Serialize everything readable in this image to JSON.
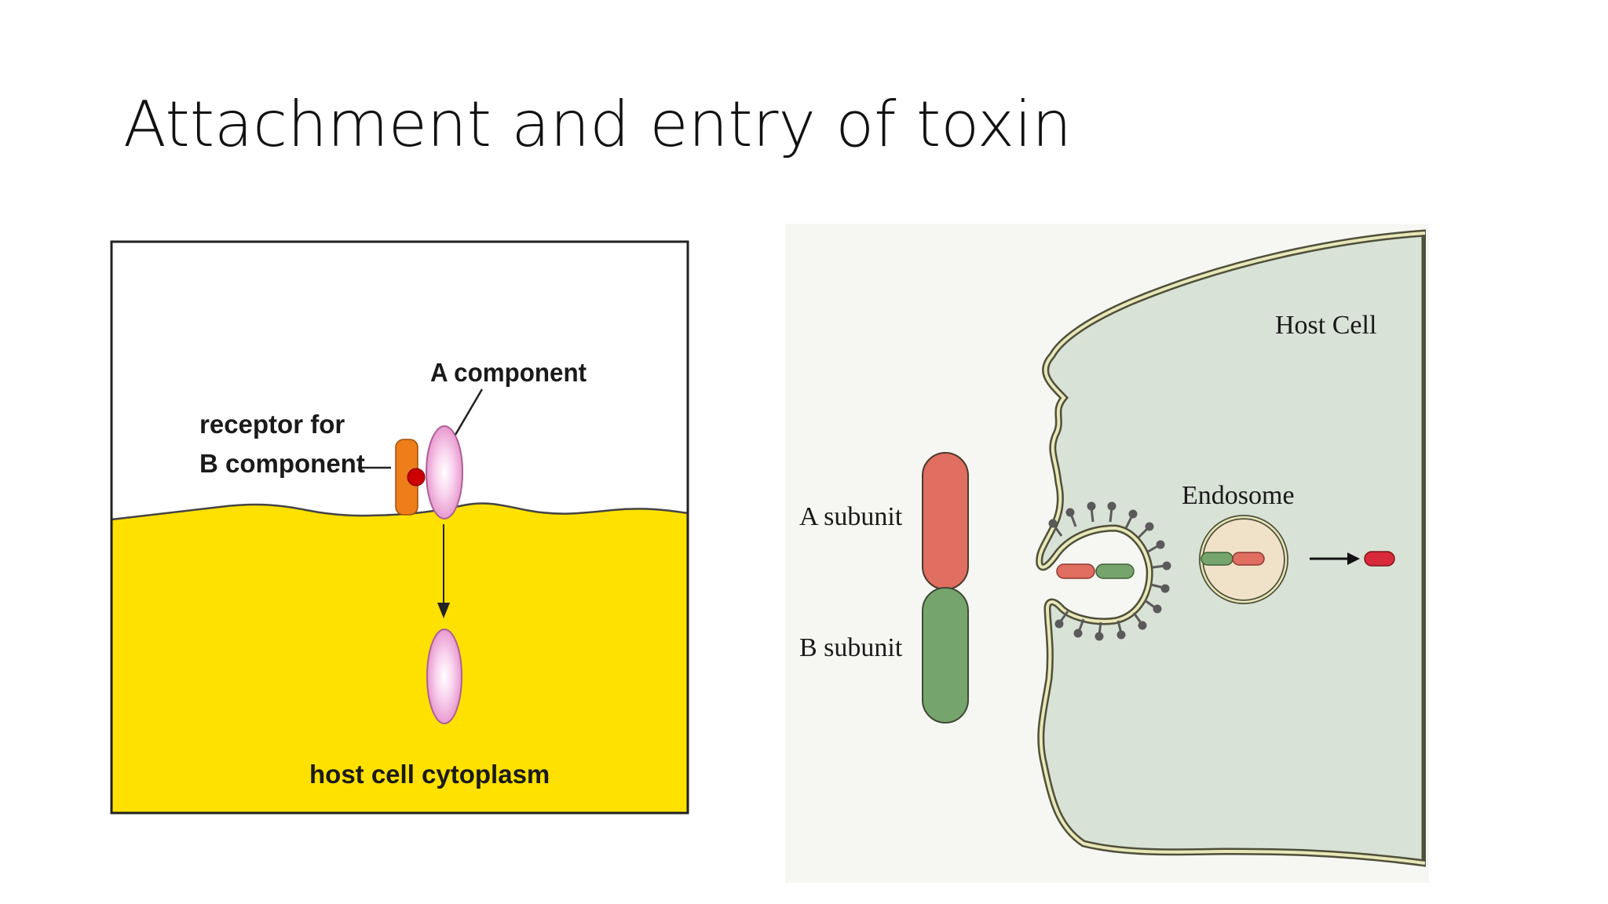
{
  "slide": {
    "title": "Attachment and entry of toxin"
  },
  "left_figure": {
    "labels": {
      "a_component": "A component",
      "receptor_line1": "receptor for",
      "receptor_line2": "B component",
      "cytoplasm": "host cell cytoplasm"
    },
    "colors": {
      "background": "#ffffff",
      "cytoplasm": "#ffe100",
      "receptor": "#ee7d1a",
      "b_component": "#cc0000",
      "a_component": "#f2a6d8",
      "a_component_highlight": "#ffffff",
      "border": "#222222"
    }
  },
  "right_figure": {
    "labels": {
      "host_cell": "Host Cell",
      "endosome": "Endosome",
      "a_subunit": "A subunit",
      "b_subunit": "B subunit"
    },
    "colors": {
      "background": "#f6f6f3",
      "cell_fill": "#d8e2d6",
      "cell_border": "#e7e7b8",
      "cell_border_outline": "#4f4f3a",
      "a_subunit": "#e06e61",
      "b_subunit": "#76a46d",
      "endosome_fill": "#f0e2c9",
      "free_a_subunit": "#d82a3a",
      "receptor_spikes": "#5a5a5a"
    }
  }
}
